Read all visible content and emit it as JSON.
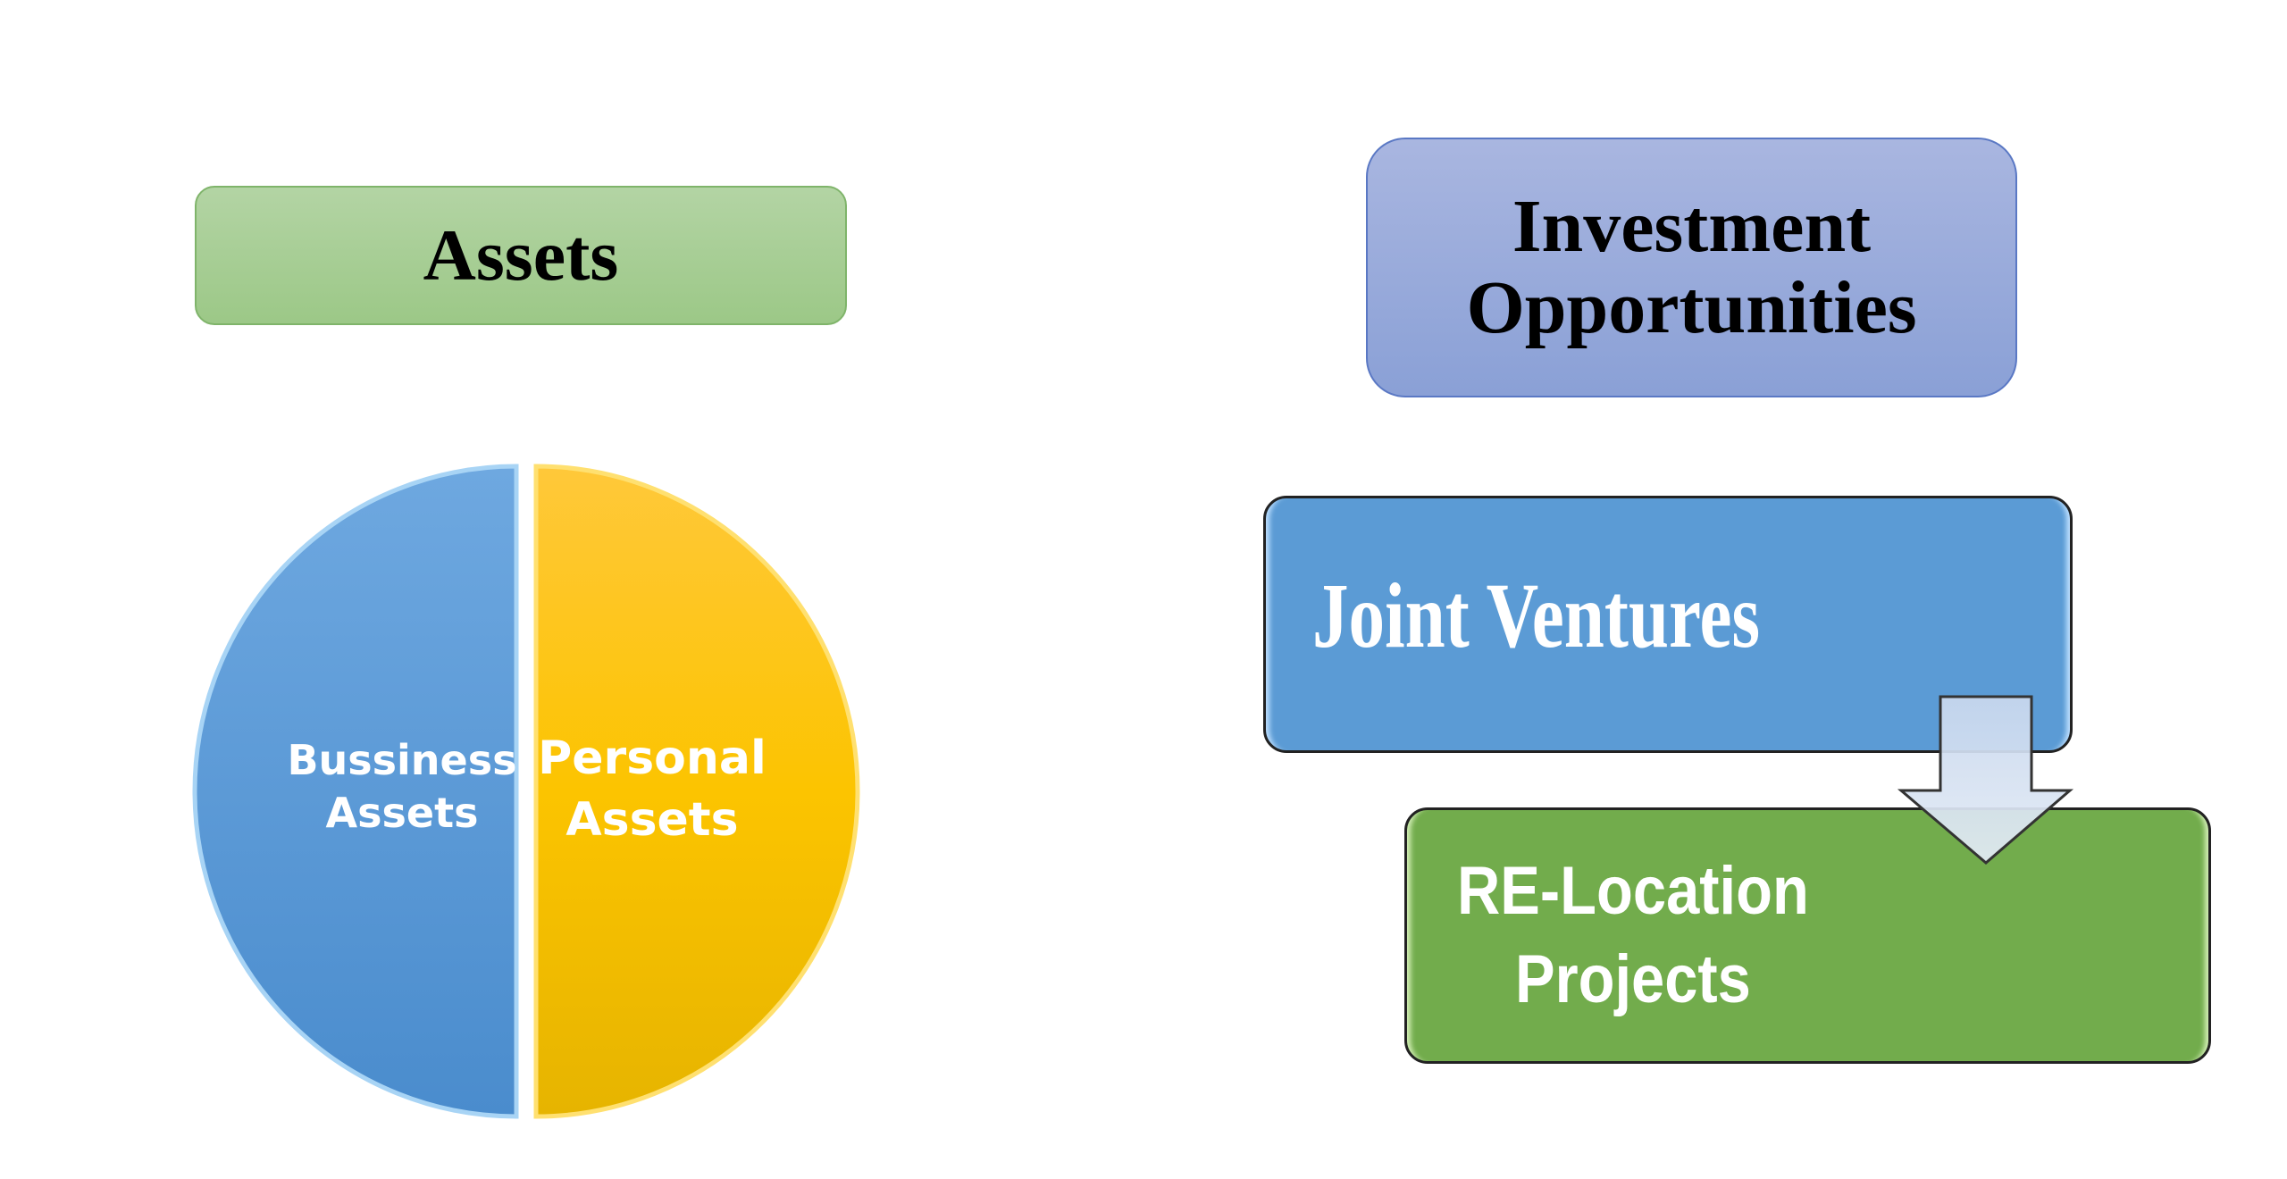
{
  "assets": {
    "title": "Assets",
    "segments": [
      {
        "label_line1": "Bussiness",
        "label_line2": "Assets",
        "color": "#5b9bd5"
      },
      {
        "label_line1": "Personal",
        "label_line2": "Assets",
        "color": "#ffc000"
      }
    ]
  },
  "investment": {
    "title_line1": "Investment",
    "title_line2": "Opportunities",
    "steps": [
      {
        "label": "Joint Ventures",
        "color": "#5b9bd5"
      },
      {
        "label_line1": "RE-Location",
        "label_line2": "Projects",
        "color": "#72ac4c"
      }
    ]
  }
}
